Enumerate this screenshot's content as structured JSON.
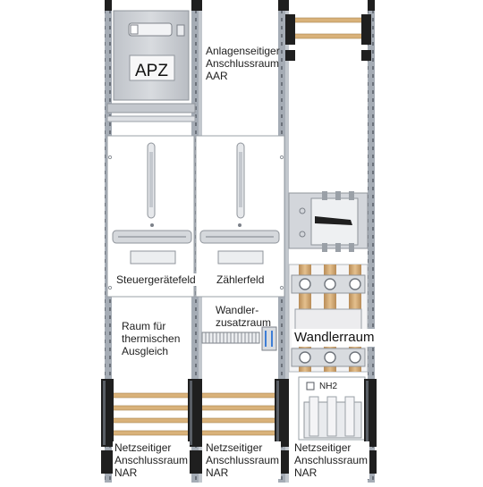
{
  "labels": {
    "apz": "APZ",
    "aar": "Anlagenseitiger\nAnschlussraum\nAAR",
    "steuergeraetefeld": "Steuergerätefeld",
    "zaehlerfeld": "Zählerfeld",
    "raum_thermisch": "Raum für\nthermischen\nAusgleich",
    "wandlerzusatzraum": "Wandler-\nzusatzraum",
    "wandlerraum": "Wandlerraum",
    "nh2": "NH2",
    "nar_left": "Netzseitiger\nAnschlussraum\nNAR",
    "nar_middle": "Netzseitiger\nAnschlussraum\nNAR",
    "nar_right": "Netzseitiger\nAnschlussraum\nNAR"
  },
  "colors": {
    "rail": "#9aa1ab",
    "rail_dark": "#70767f",
    "busbar": "#d9b27a",
    "black_clamp": "#1f1f1f",
    "panel_grey": "#c9ccd2",
    "copper": "#cfa574"
  }
}
